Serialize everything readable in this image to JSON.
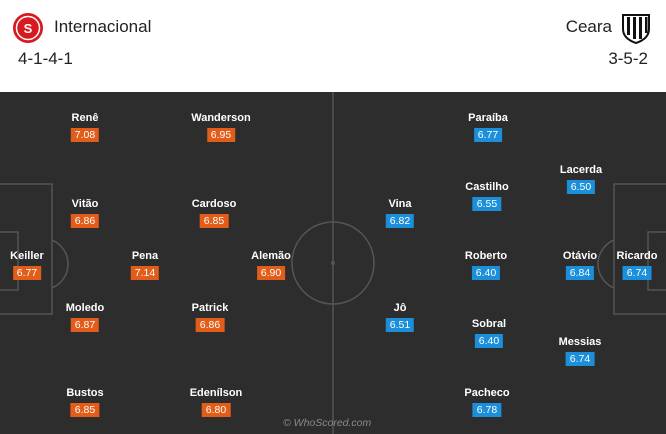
{
  "home": {
    "name": "Internacional",
    "formation": "4-1-4-1",
    "colors": {
      "primary": "#d71920",
      "rating_bg": "#e35d1a"
    },
    "crest_icon": "internacional-crest-icon",
    "players": [
      {
        "name": "Keiller",
        "rating": "6.77"
      },
      {
        "name": "Renê",
        "rating": "7.08"
      },
      {
        "name": "Vitão",
        "rating": "6.86"
      },
      {
        "name": "Moledo",
        "rating": "6.87"
      },
      {
        "name": "Bustos",
        "rating": "6.85"
      },
      {
        "name": "Pena",
        "rating": "7.14"
      },
      {
        "name": "Wanderson",
        "rating": "6.95"
      },
      {
        "name": "Cardoso",
        "rating": "6.85"
      },
      {
        "name": "Patrick",
        "rating": "6.86"
      },
      {
        "name": "Edenílson",
        "rating": "6.80"
      },
      {
        "name": "Alemão",
        "rating": "6.90"
      }
    ]
  },
  "away": {
    "name": "Ceara",
    "formation": "3-5-2",
    "colors": {
      "primary": "#111111",
      "rating_bg": "#1b8fd9"
    },
    "crest_icon": "ceara-crest-icon",
    "players": [
      {
        "name": "Ricardo",
        "rating": "6.74"
      },
      {
        "name": "Lacerda",
        "rating": "6.50"
      },
      {
        "name": "Otávio",
        "rating": "6.84"
      },
      {
        "name": "Messias",
        "rating": "6.74"
      },
      {
        "name": "Paraíba",
        "rating": "6.77"
      },
      {
        "name": "Castilho",
        "rating": "6.55"
      },
      {
        "name": "Roberto",
        "rating": "6.40"
      },
      {
        "name": "Sobral",
        "rating": "6.40"
      },
      {
        "name": "Pacheco",
        "rating": "6.78"
      },
      {
        "name": "Vina",
        "rating": "6.82"
      },
      {
        "name": "Jô",
        "rating": "6.51"
      }
    ]
  },
  "pitch": {
    "background": "#2d2d2d",
    "line_color": "#555555"
  },
  "watermark": "© WhoScored.com"
}
